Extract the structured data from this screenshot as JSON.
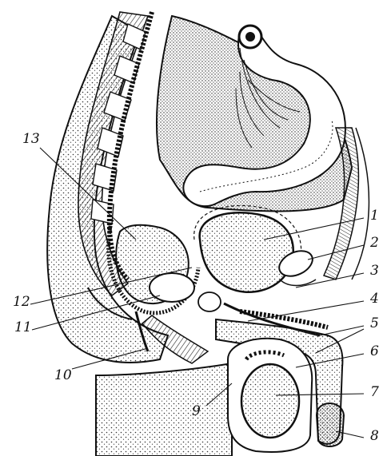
{
  "figure": {
    "labels": [
      {
        "key": "1",
        "text": "1"
      },
      {
        "key": "2",
        "text": "2"
      },
      {
        "key": "3",
        "text": "3"
      },
      {
        "key": "4",
        "text": "4"
      },
      {
        "key": "5",
        "text": "5"
      },
      {
        "key": "6",
        "text": "6"
      },
      {
        "key": "7",
        "text": "7"
      },
      {
        "key": "8",
        "text": "8"
      },
      {
        "key": "9",
        "text": "9"
      },
      {
        "key": "10",
        "text": "10"
      },
      {
        "key": "11",
        "text": "11"
      },
      {
        "key": "12",
        "text": "12"
      },
      {
        "key": "13",
        "text": "13"
      }
    ],
    "colors": {
      "ink": "#111111",
      "paper": "#ffffff",
      "stipple": "#333333"
    }
  }
}
